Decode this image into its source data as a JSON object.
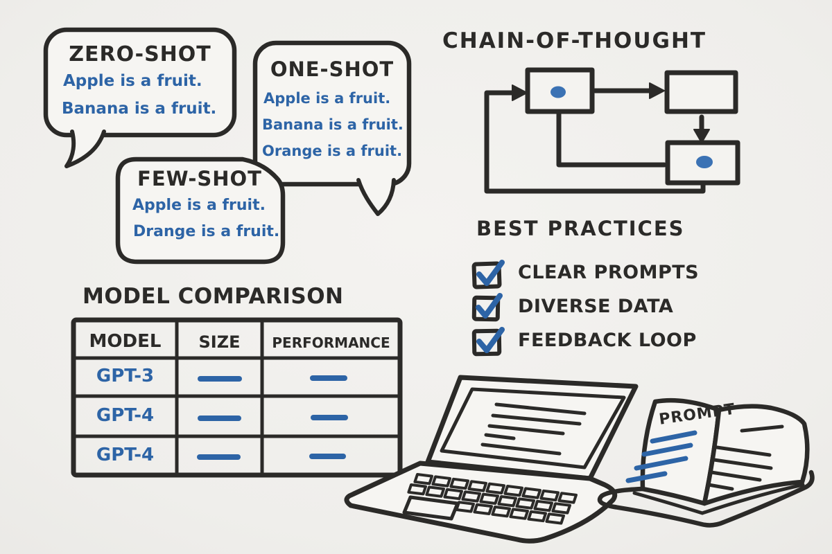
{
  "illustration": {
    "background": "#efeeeb",
    "ink": "#2b2a28",
    "blue": "#2d64a6"
  },
  "bubbles": {
    "zero_shot": {
      "title": "ZERO-SHOT",
      "lines": [
        "Apple is a fruit.",
        "Banana is a fruit."
      ]
    },
    "one_shot": {
      "title": "ONE-SHOT",
      "lines": [
        "Apple is a fruit.",
        "Banana is a fruit.",
        "Orange is a fruit."
      ]
    },
    "few_shot": {
      "title": "FEW-SHOT",
      "lines": [
        "Apple is a fruit.",
        "Drange is a fruit."
      ]
    }
  },
  "chain_of_thought": {
    "title": "CHAIN-OF-THOUGHT",
    "nodes": [
      {
        "id": "node-1",
        "dot": true
      },
      {
        "id": "node-2",
        "dot": false
      },
      {
        "id": "node-3",
        "dot": true
      }
    ],
    "loop": true
  },
  "best_practices": {
    "title": "BEST PRACTICES",
    "items": [
      {
        "label": "CLEAR PROMPTS",
        "checked": true
      },
      {
        "label": "DIVERSE DATA",
        "checked": true
      },
      {
        "label": "FEEDBACK LOOP",
        "checked": true
      }
    ]
  },
  "model_comparison": {
    "title": "MODEL COMPARISON",
    "columns": [
      "MODEL",
      "SIZE",
      "PERFORMANCE"
    ],
    "rows": [
      {
        "model": "GPT-3",
        "size": "—",
        "performance": "—"
      },
      {
        "model": "GPT-4",
        "size": "—",
        "performance": "—"
      },
      {
        "model": "GPT-4",
        "size": "—",
        "performance": "—"
      }
    ]
  },
  "book": {
    "title": "PROMPT"
  }
}
